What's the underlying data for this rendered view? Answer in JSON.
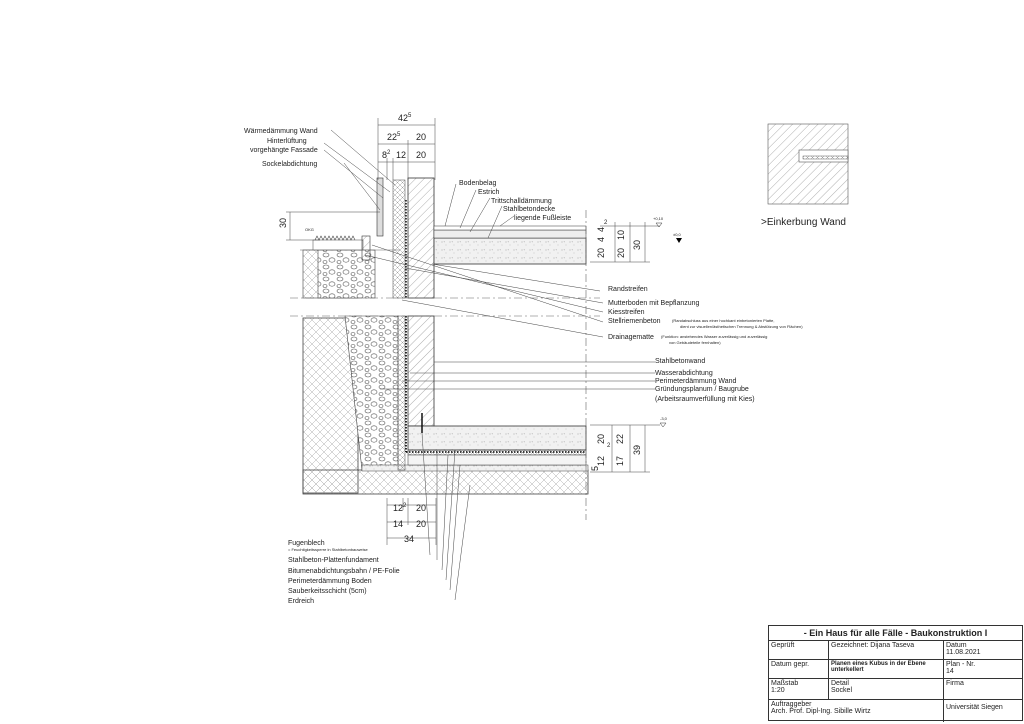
{
  "drawing": {
    "top_dims": {
      "d1": "42",
      "d1_sup": "5",
      "d2": "22",
      "d2_sup": "5",
      "d3": "20",
      "d4": "8",
      "d4_sup": "2",
      "d5": "12",
      "d6": "20"
    },
    "labels_left": [
      "Wärmedämmung Wand",
      "Hinterlüftung",
      "vorgehängte Fassade",
      "Sockelabdichtung"
    ],
    "labels_floor": [
      "Bodenbelag",
      "Estrich",
      "Trittschalldämmung",
      "Stahlbetondecke",
      "liegende Fußleiste"
    ],
    "left_dim": "30",
    "okg": "OKG",
    "right_dims_top": {
      "a": "4",
      "b": "4",
      "c": "2",
      "d": "10",
      "e": "20",
      "f": "20",
      "g": "30",
      "level1": "+0,10",
      "level2": "±0,0"
    },
    "labels_right": [
      "Randstreifen",
      "Mutterboden mit Bepflanzung",
      "Kiesstreifen",
      "Stellriemenbeton",
      "Drainagematte",
      "Stahlbetonwand",
      "Wasserabdichtung",
      "Perimeterdämmung Wand",
      "Gründungsplanum / Baugrube",
      "(Arbeitsraumverfüllung mit Kies)"
    ],
    "notes_right": {
      "stell": "(Randabschluss aus einer hochkant einbetonierten Platte,",
      "stell2": "dient zur visuellen/ästhetischen Trennung & Abstützung von Flächen)",
      "drain": "(Funktion: anstehendes Wasser zuverlässig und zuverlässig",
      "drain2": "von Gebäudeteile fernhalten)"
    },
    "right_dims_bottom": {
      "a": "20",
      "b": "2",
      "c": "22",
      "d": "5",
      "e": "12",
      "f": "17",
      "g": "39",
      "level": "-3,0"
    },
    "bottom_dims": {
      "a": "12",
      "a_sup": "2",
      "b": "20",
      "c": "14",
      "d": "20",
      "e": "34"
    },
    "labels_bottom": [
      "Fugenblech",
      "= Feuchtigkeitssperre in Stahlbetonbauweise",
      "Stahlbeton-Plattenfundament",
      "Bitumenabdichtungsbahn / PE-Folie",
      "Perimeterdämmung Boden",
      "Sauberkeitsschicht (5cm)",
      "Erdreich"
    ],
    "detail_title": ">Einkerbung Wand"
  },
  "titleblock": {
    "title": "- Ein Haus für alle Fälle - Baukonstruktion I",
    "geprueft_label": "Geprüft",
    "gezeichnet": "Gezeichnet: Dijana Taseva",
    "datum_label": "Datum",
    "datum": "11.08.2021",
    "datum_gepr_label": "Datum gepr.",
    "planen": "Planen eines Kubus in der Ebene",
    "planen2": "unterkellert",
    "plan_nr_label": "Plan - Nr.",
    "plan_nr": "14",
    "massstab_label": "Maßstab",
    "massstab": "1:20",
    "detail_label": "Detail",
    "detail": "Sockel",
    "firma_label": "Firma",
    "firma": "Universität Siegen",
    "auftraggeber_label": "Auftraggeber",
    "auftraggeber": "Arch. Prof. Dipl-Ing. Sibille Wirtz"
  }
}
